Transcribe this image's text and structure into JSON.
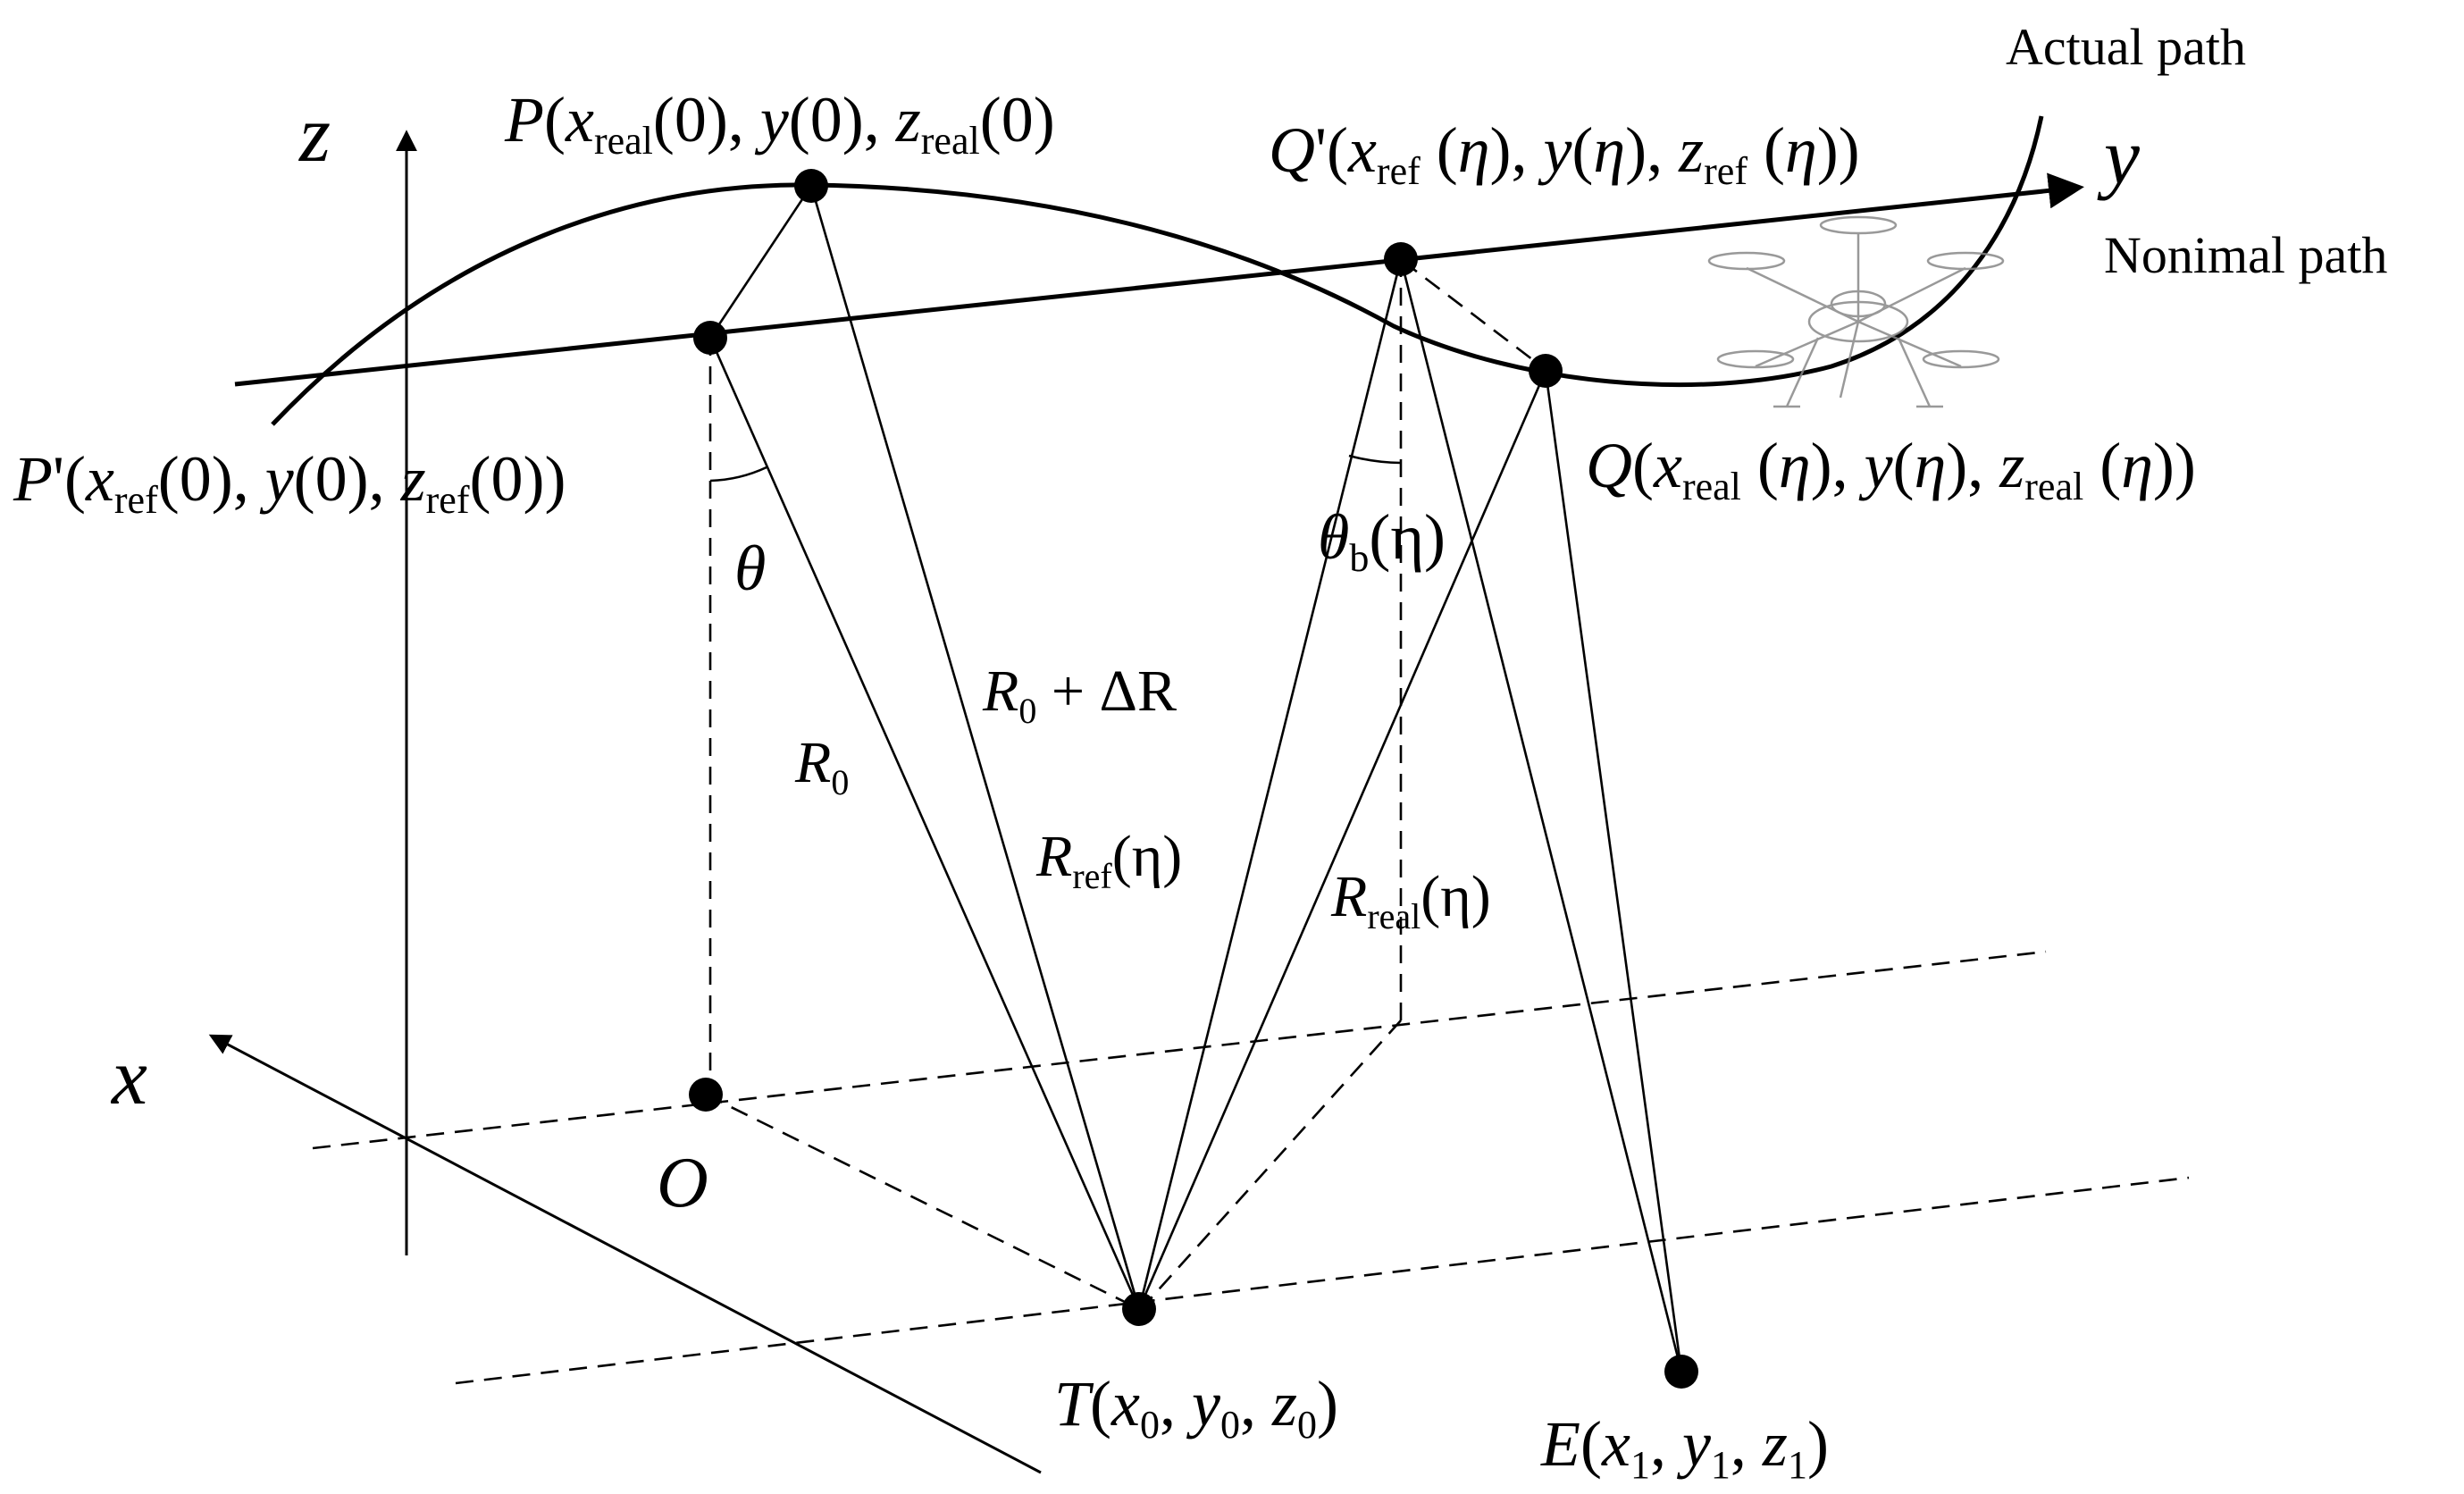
{
  "labels": {
    "actual_path": "Actual path",
    "nominal_path": "Nonimal path",
    "axis_x": "x",
    "axis_y": "y",
    "axis_z": "z",
    "theta": "θ",
    "r0": "R",
    "r0_sub": "0",
    "r0_dr_r": "R",
    "r0_dr_sub": "0",
    "r0_dr_rest": " + ΔR",
    "rref_r": "R",
    "rref_sub": "ref",
    "rref_arg": "(η)",
    "rreal_r": "R",
    "rreal_sub": "real",
    "rreal_arg": "(η)",
    "thetab": "θ",
    "thetab_sub": "b",
    "thetab_arg": "(η)",
    "origin": "O"
  },
  "points": {
    "P": "P(x_real(0), y(0), z_real(0))",
    "P_prime": "P'(x_ref(0), y(0), z_ref(0))",
    "Q_prime": "Q'(x_ref(η), y(η), z_ref(η))",
    "Q": "Q(x_real(η), y(η), z_real(η))",
    "T": "T(x_0, y_0, z_0)",
    "E": "E(x_1, y_1, z_1)"
  },
  "icon": "drone-icon"
}
